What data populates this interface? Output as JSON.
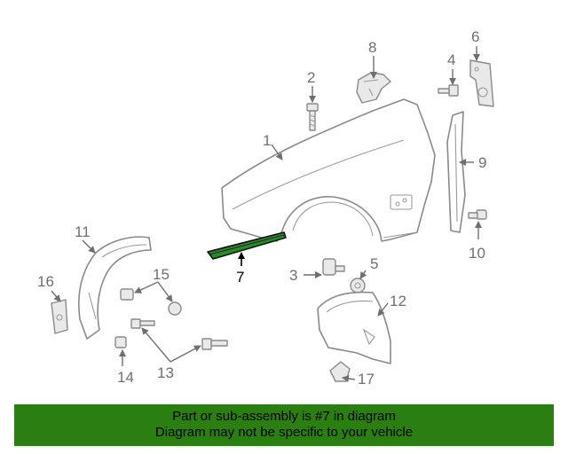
{
  "diagram": {
    "callouts": [
      "1",
      "2",
      "3",
      "4",
      "5",
      "6",
      "7",
      "8",
      "9",
      "10",
      "11",
      "12",
      "13",
      "14",
      "15",
      "16",
      "17"
    ],
    "highlighted_part": "7"
  },
  "banner": {
    "line1": "Part or sub-assembly is #7 in diagram",
    "line2": "Diagram may not be specific to your vehicle",
    "background": "#2a7f10"
  }
}
